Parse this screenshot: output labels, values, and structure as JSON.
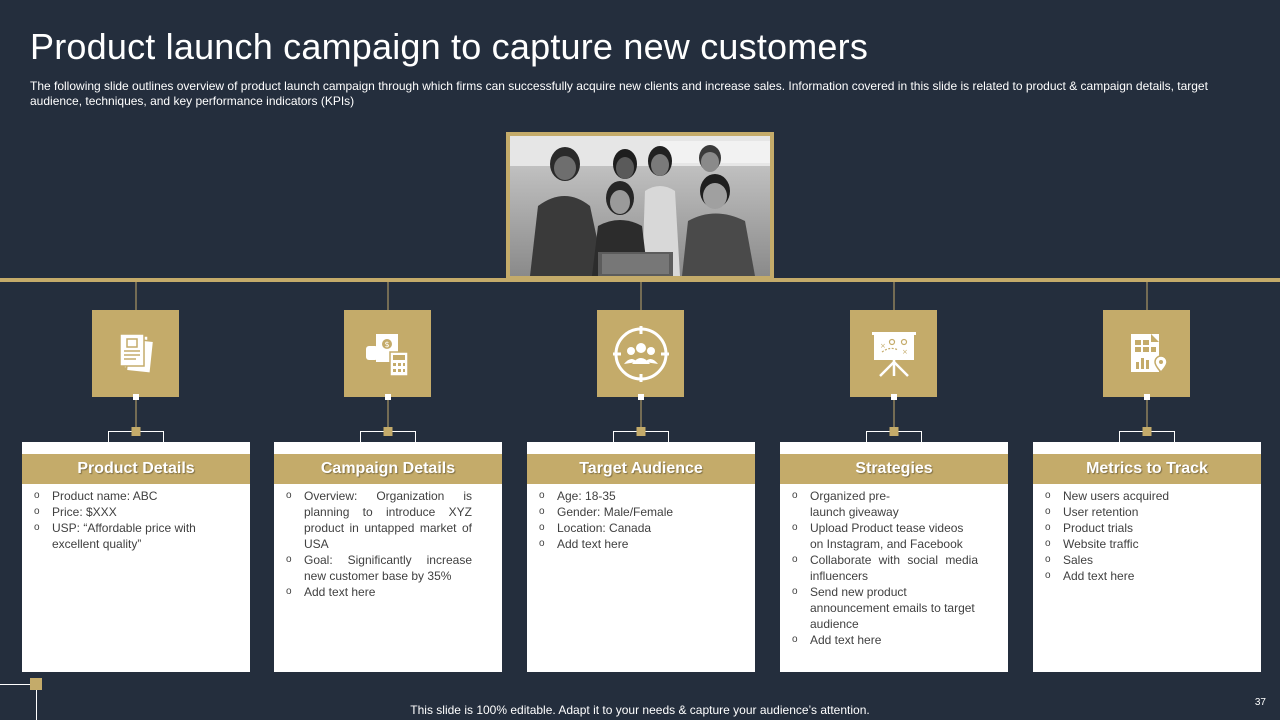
{
  "slide": {
    "title": "Product launch campaign to capture new customers",
    "subtitle": "The following slide outlines overview of product launch campaign through which firms can successfully acquire new clients and increase sales. Information covered in this slide is related to product & campaign details, target audience, techniques, and key performance indicators (KPIs)",
    "footer": "This slide is 100% editable. Adapt it to your needs & capture your audience’s attention.",
    "page_number": "37"
  },
  "colors": {
    "background": "#242e3d",
    "accent": "#c4ab6a",
    "card": "#ffffff",
    "text_dark": "#404040"
  },
  "photo": {
    "icon": "team-photo"
  },
  "columns": [
    {
      "heading": "Product Details",
      "icon": "document-stack-icon",
      "items": [
        "Product name: ABC",
        "Price: $XXX",
        "USP: “Affordable price with excellent quality”"
      ]
    },
    {
      "heading": "Campaign Details",
      "icon": "budget-calculator-icon",
      "items": [
        "Overview: Organization is planning to introduce XYZ product in untapped market of USA",
        "Goal: Significantly increase new customer base by 35%",
        "Add text here"
      ]
    },
    {
      "heading": "Target Audience",
      "icon": "audience-target-icon",
      "items": [
        "Age: 18-35",
        "Gender: Male/Female",
        "Location: Canada",
        "Add text here"
      ]
    },
    {
      "heading": "Strategies",
      "icon": "strategy-board-icon",
      "items": [
        "Organized pre-launch giveaway",
        "Upload Product tease videos on Instagram, and Facebook",
        "Collaborate with social media influencers",
        "Send new product announcement emails to target audience",
        "Add text here"
      ]
    },
    {
      "heading": "Metrics to Track",
      "icon": "metrics-report-icon",
      "items": [
        "New users acquired",
        "User retention",
        "Product trials",
        "Website traffic",
        "Sales",
        "Add text here"
      ]
    }
  ]
}
